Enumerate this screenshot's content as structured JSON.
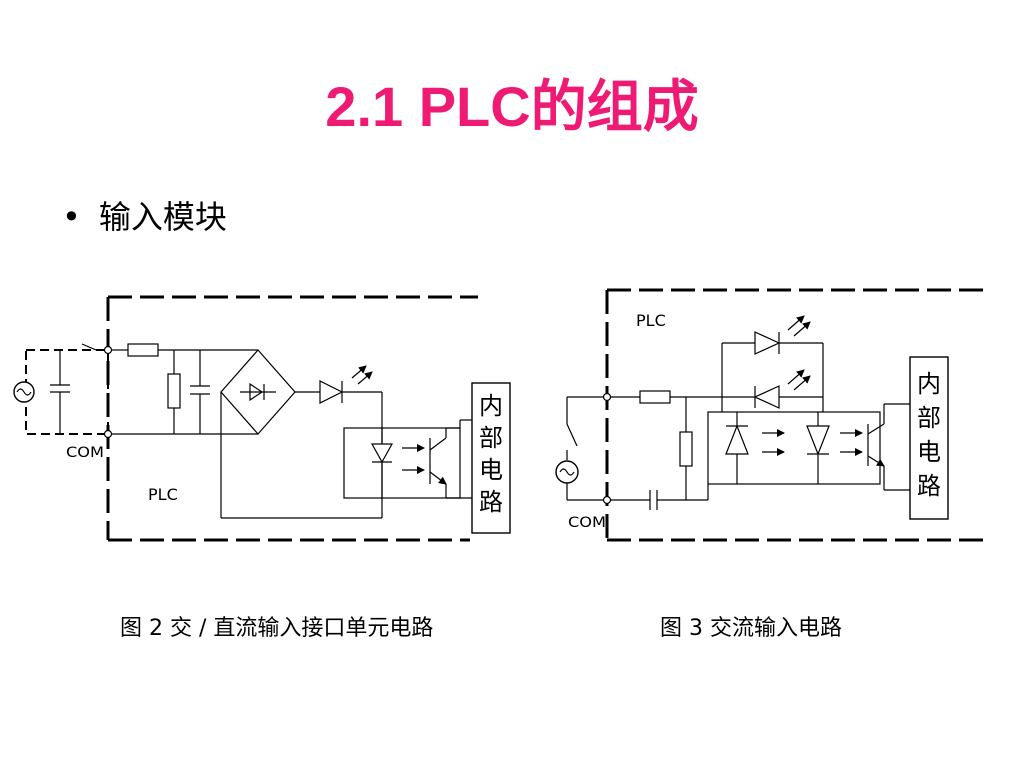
{
  "slide": {
    "title": "2.1  PLC的组成",
    "title_color": "#ee1a74",
    "bullet": "输入模块"
  },
  "figure_left": {
    "frame_label": "PLC",
    "com_label": "COM",
    "internal_block": [
      "内",
      "部",
      "电",
      "路"
    ],
    "caption": "图 2 交 / 直流输入接口单元电路"
  },
  "figure_right": {
    "frame_label": "PLC",
    "com_label": "COM",
    "internal_block": [
      "内",
      "部",
      "电",
      "路"
    ],
    "caption": "图 3 交流输入电路"
  }
}
